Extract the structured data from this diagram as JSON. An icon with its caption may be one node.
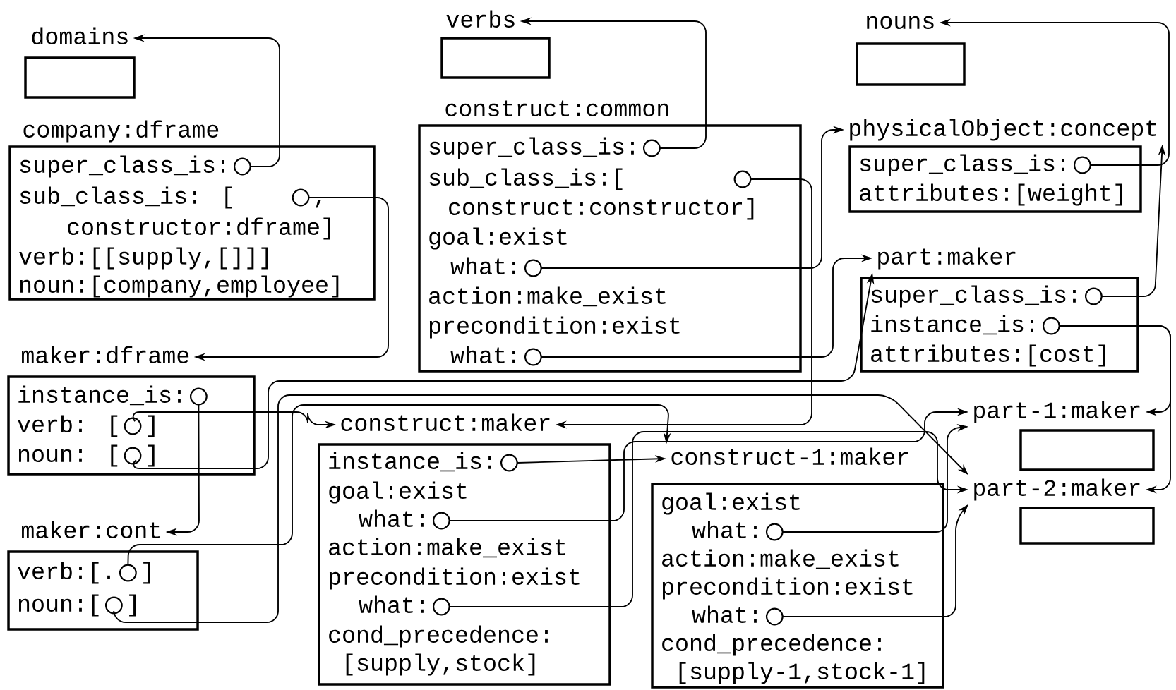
{
  "diagram": {
    "nodes": [
      {
        "text": [
          "domains"
        ]
      },
      {
        "text": [
          "verbs"
        ]
      },
      {
        "text": [
          "nouns"
        ]
      },
      {
        "text": [
          "company:dframe",
          "super_class_is:",
          "sub_class_is: [",
          ",",
          "constructor:dframe]",
          "verb:[[supply,[]]]",
          "noun:[company,employee]"
        ]
      },
      {
        "text": [],
        "shape": "circle",
        "in": 3
      },
      {
        "text": [],
        "shape": "circle",
        "in": 3
      },
      {
        "text": [
          "construct:common",
          "super_class_is:",
          "sub_class_is:[",
          "construct:constructor]",
          "goal:exist",
          "what:",
          "action:make_exist",
          "precondition:exist",
          "what:"
        ]
      },
      {
        "text": [],
        "shape": "circle",
        "in": 6
      },
      {
        "text": [],
        "shape": "circle",
        "in": 6
      },
      {
        "text": [],
        "shape": "circle",
        "in": 6
      },
      {
        "text": [],
        "shape": "circle",
        "in": 6
      },
      {
        "text": [
          "physicalObject:concept",
          "super_class_is:",
          "attributes:[weight]"
        ]
      },
      {
        "text": [],
        "shape": "circle",
        "in": 11
      },
      {
        "text": [
          "part:maker",
          "super_class_is:",
          "instance_is:",
          "attributes:[cost]"
        ]
      },
      {
        "text": [],
        "shape": "circle",
        "in": 13
      },
      {
        "text": [],
        "shape": "circle",
        "in": 13
      },
      {
        "text": [
          "maker:dframe",
          "instance_is:",
          "verb: [",
          "]",
          "noun: [",
          "]"
        ]
      },
      {
        "text": [],
        "shape": "circle",
        "in": 16
      },
      {
        "text": [],
        "shape": "circle",
        "in": 16
      },
      {
        "text": [],
        "shape": "circle",
        "in": 16
      },
      {
        "text": [
          "construct:maker",
          "instance_is:",
          "goal:exist",
          "what:",
          "action:make_exist",
          "precondition:exist",
          "what:",
          "cond_precedence:",
          "[supply,stock]"
        ]
      },
      {
        "text": [],
        "shape": "circle",
        "in": 20
      },
      {
        "text": [],
        "shape": "circle",
        "in": 20
      },
      {
        "text": [],
        "shape": "circle",
        "in": 20
      },
      {
        "text": [
          "construct-1:maker",
          "goal:exist",
          "what:",
          "action:make_exist",
          "precondition:exist",
          "what:",
          "cond_precedence:",
          "[supply-1,stock-1]"
        ]
      },
      {
        "text": [],
        "shape": "circle",
        "in": 24
      },
      {
        "text": [],
        "shape": "circle",
        "in": 24
      },
      {
        "text": [
          "part-1:maker"
        ]
      },
      {
        "text": [
          "part-2:maker"
        ]
      },
      {
        "text": [
          "maker:cont",
          "verb:[.",
          "]",
          "noun:[",
          "]"
        ]
      },
      {
        "text": [],
        "shape": "circle",
        "in": 29
      },
      {
        "text": [],
        "shape": "circle",
        "in": 29
      }
    ],
    "edges": [
      {
        "from": 4,
        "to": 0,
        "arrow": "to"
      },
      {
        "from": 5,
        "to": 16,
        "arrow": "to"
      },
      {
        "from": 7,
        "to": 1,
        "arrow": "to"
      },
      {
        "from": 8,
        "to": 20,
        "arrow": "to"
      },
      {
        "from": 9,
        "to": 11,
        "arrow": "to"
      },
      {
        "from": 10,
        "to": 13,
        "arrow": "to"
      },
      {
        "from": 12,
        "to": 2,
        "arrow": "to"
      },
      {
        "from": 14,
        "to": 11,
        "arrow": "to"
      },
      {
        "from": 15,
        "to": 27,
        "arrow": "to"
      },
      {
        "from": 15,
        "to": 28,
        "arrow": "to"
      },
      {
        "from": 17,
        "to": 29,
        "arrow": "to"
      },
      {
        "from": 18,
        "to": 20,
        "arrow": "to"
      },
      {
        "from": 19,
        "to": 13,
        "arrow": "to"
      },
      {
        "from": 30,
        "to": 24,
        "arrow": "to"
      },
      {
        "from": 31,
        "to": 28,
        "arrow": "to"
      },
      {
        "from": 21,
        "to": 24,
        "arrow": "to"
      },
      {
        "from": 22,
        "to": 27,
        "arrow": "to"
      },
      {
        "from": 23,
        "to": 28,
        "arrow": "to"
      },
      {
        "from": 25,
        "to": 27,
        "arrow": "to"
      },
      {
        "from": 26,
        "to": 28,
        "arrow": "to"
      }
    ]
  }
}
